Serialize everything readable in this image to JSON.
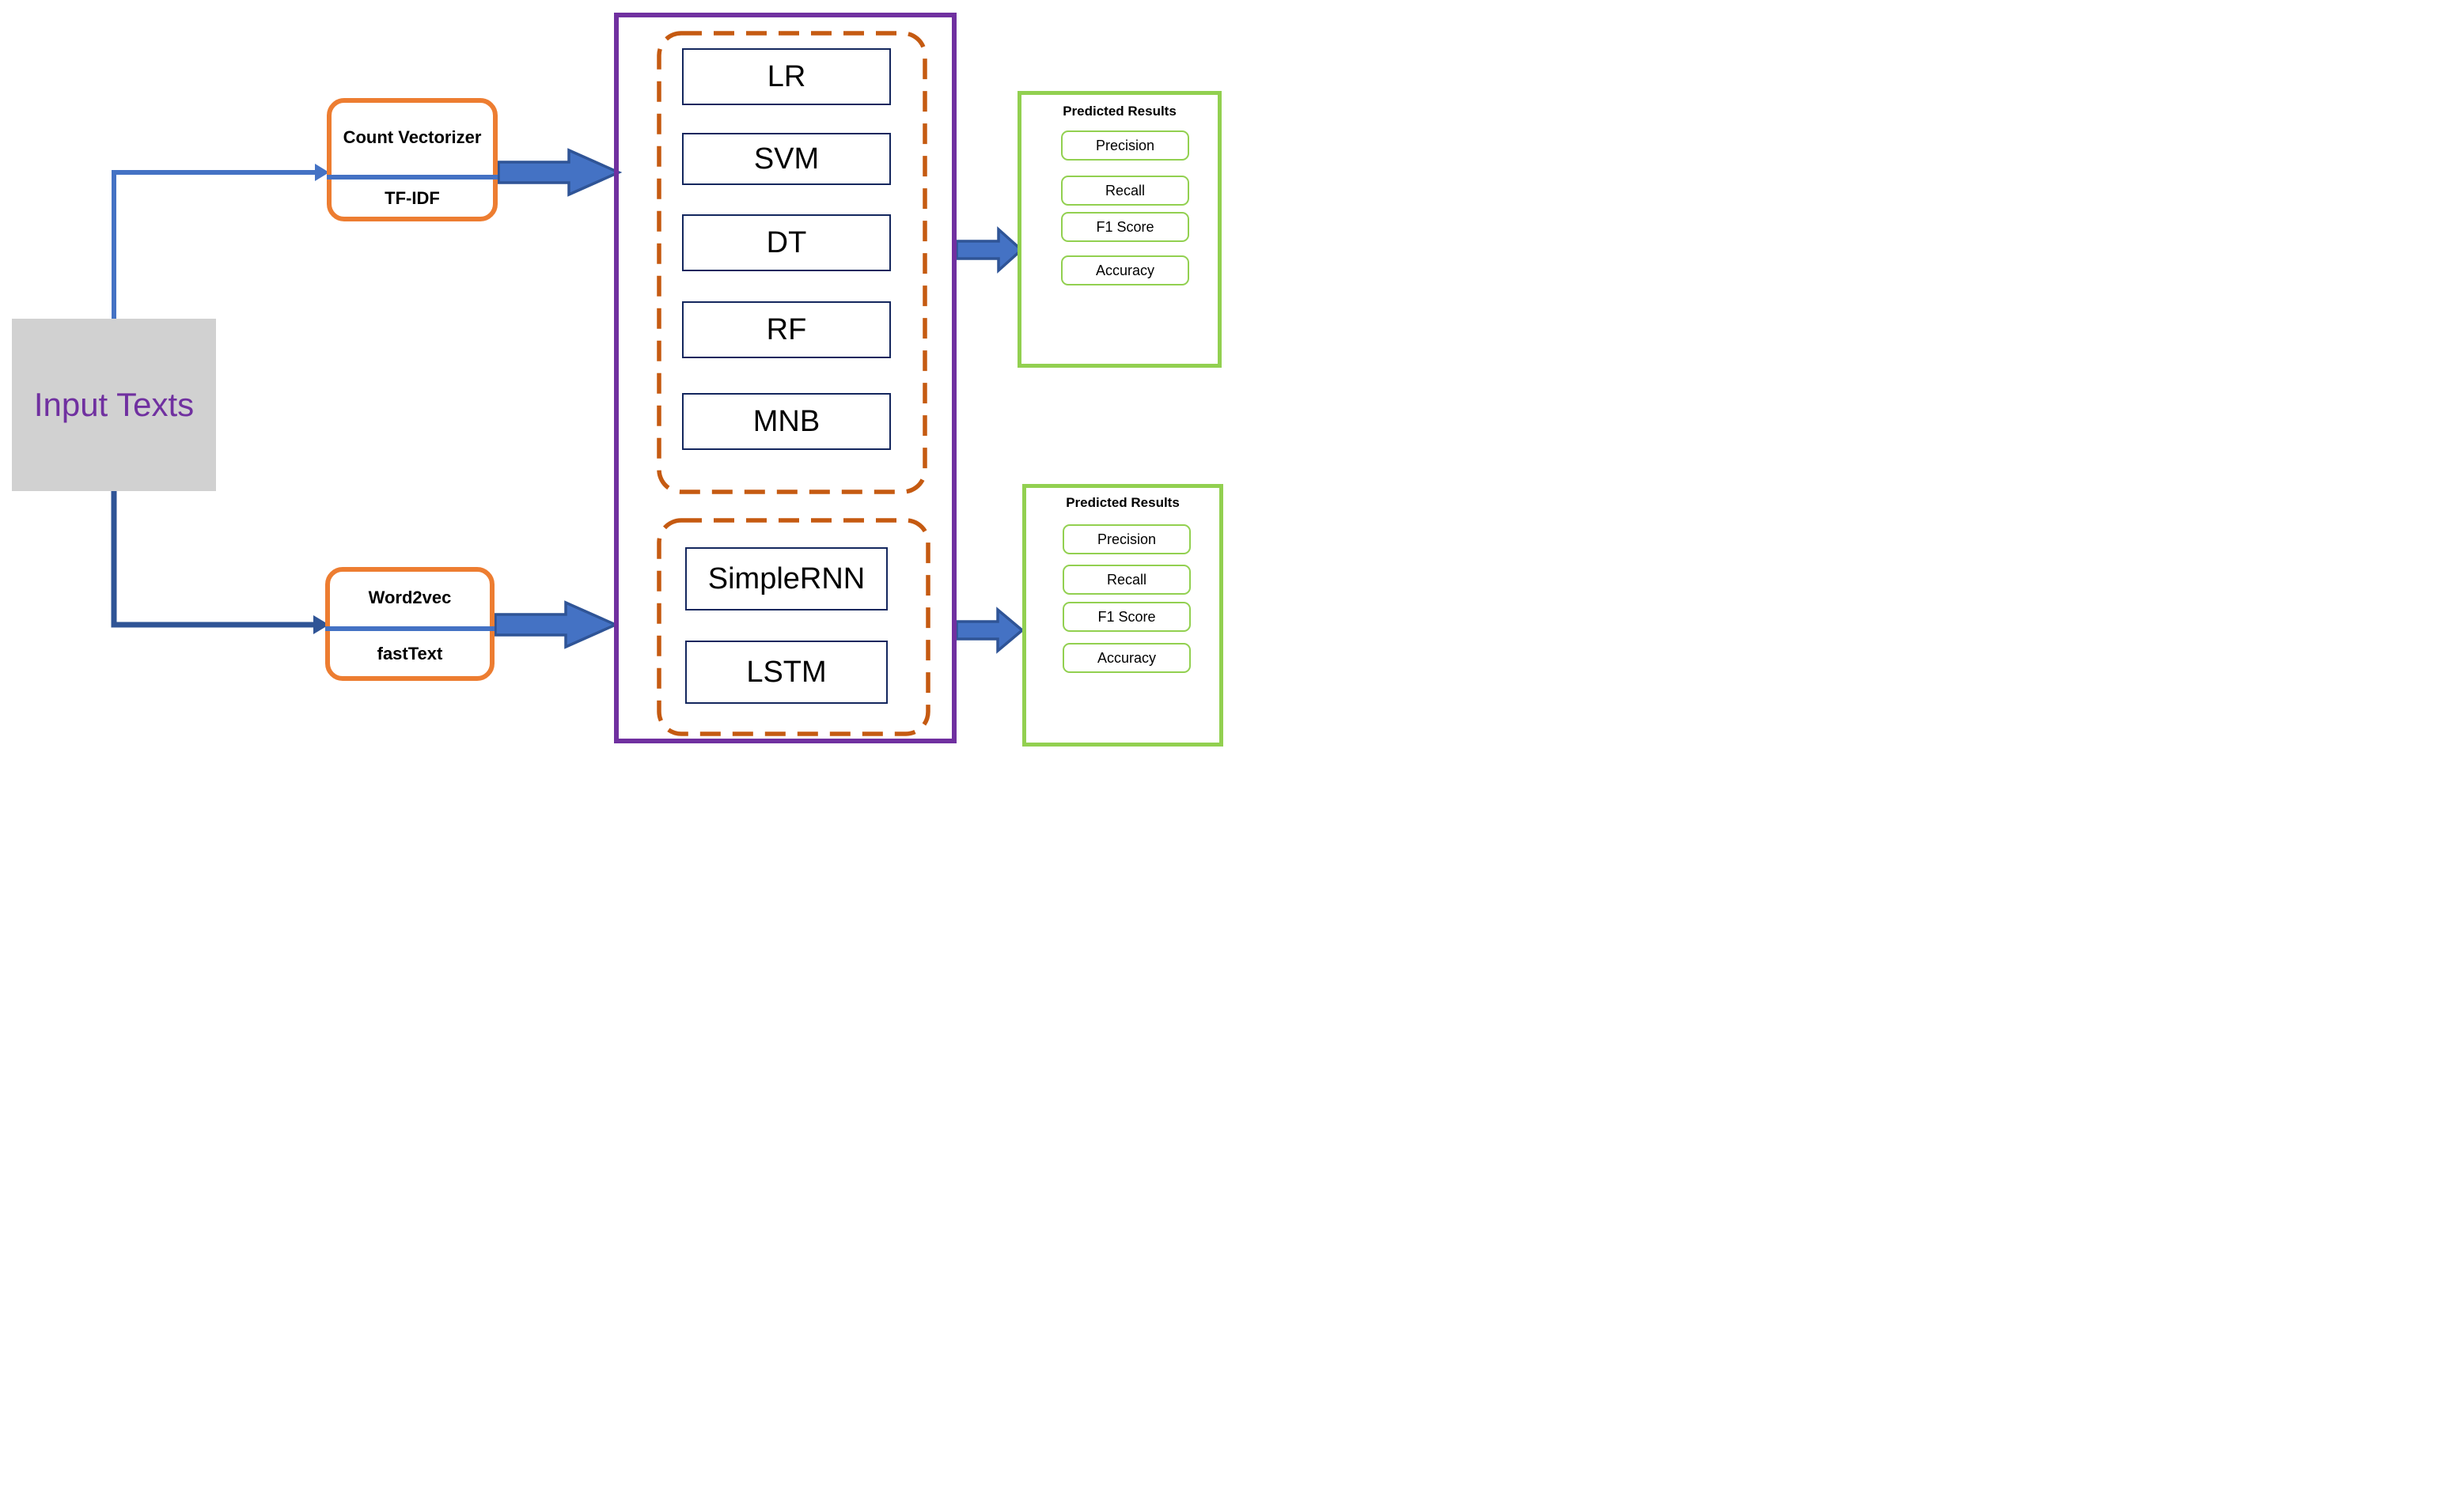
{
  "diagram": {
    "input": {
      "label": "Input Texts"
    },
    "vectorizer_groups": [
      {
        "primary": "Count Vectorizer",
        "secondary": "TF-IDF"
      },
      {
        "primary": "Word2vec",
        "secondary": "fastText"
      }
    ],
    "ml_models": [
      "LR",
      "SVM",
      "DT",
      "RF",
      "MNB"
    ],
    "dl_models": [
      "SimpleRNN",
      "LSTM"
    ],
    "result_panels": [
      {
        "title": "Predicted Results",
        "metrics": [
          "Precision",
          "Recall",
          "F1 Score",
          "Accuracy"
        ]
      },
      {
        "title": "Predicted Results",
        "metrics": [
          "Precision",
          "Recall",
          "F1 Score",
          "Accuracy"
        ]
      }
    ],
    "colors": {
      "input_bg": "#D1D1D1",
      "input_text": "#7030A0",
      "vectorizer_border": "#ED7D31",
      "container_border": "#7030A0",
      "group_dashed_border": "#C55A11",
      "model_border": "#14275E",
      "result_border": "#92D050",
      "arrow_fill": "#4472C4",
      "arrow_outline": "#2F5496",
      "connector_top": "#4472C4",
      "connector_bottom": "#2F5496"
    }
  }
}
